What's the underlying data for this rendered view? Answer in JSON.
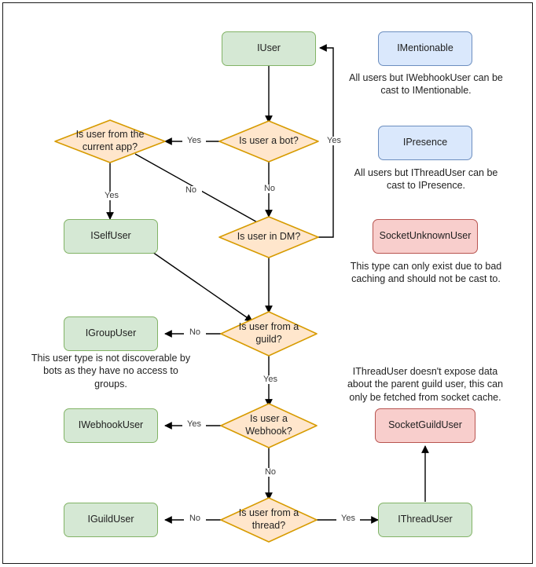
{
  "diagram": {
    "title": "Discord.Net user type resolution flowchart",
    "colors": {
      "green_fill": "#d5e8d4",
      "green_stroke": "#82b366",
      "blue_fill": "#dae8fc",
      "blue_stroke": "#6c8ebf",
      "pink_fill": "#f8cecc",
      "pink_stroke": "#b85450",
      "orange_fill": "#ffe6cc",
      "orange_stroke": "#d79b00",
      "edge_stroke": "#000000",
      "canvas_border": "#1a1a1a"
    },
    "nodes": {
      "iuser": "IUser",
      "is_bot": "Is user a bot?",
      "is_current_app": "Is user from the current app?",
      "iselfuser": "ISelfUser",
      "is_in_dm": "Is user in DM?",
      "is_from_guild": "Is user from a guild?",
      "igroupuser": "IGroupUser",
      "is_webhook": "Is user a Webhook?",
      "iwebhookuser": "IWebhookUser",
      "is_from_thread": "Is user from a thread?",
      "iguilduser": "IGuildUser",
      "ithreaduser": "IThreadUser",
      "imentionable": "IMentionable",
      "ipresence": "IPresence",
      "socketunknownuser": "SocketUnknownUser",
      "socketguilduser": "SocketGuildUser"
    },
    "notes": {
      "imentionable": "All users but IWebhookUser can be cast to IMentionable.",
      "ipresence": "All users but IThreadUser can be cast to IPresence.",
      "socketunknownuser": "This type can only exist due to bad caching and should not be cast to.",
      "igroupuser": "This user type is not discoverable by bots as they have no access to groups.",
      "socketguilduser": "IThreadUser doesn't expose data about the parent guild user, this can only be fetched from socket cache."
    },
    "edge_labels": {
      "bot_yes": "Yes",
      "dm_yes": "Yes",
      "bot_no": "No",
      "app_yes": "Yes",
      "app_no": "No",
      "guild_no": "No",
      "guild_yes": "Yes",
      "webhook_yes": "Yes",
      "webhook_no": "No",
      "thread_no": "No",
      "thread_yes": "Yes"
    }
  }
}
